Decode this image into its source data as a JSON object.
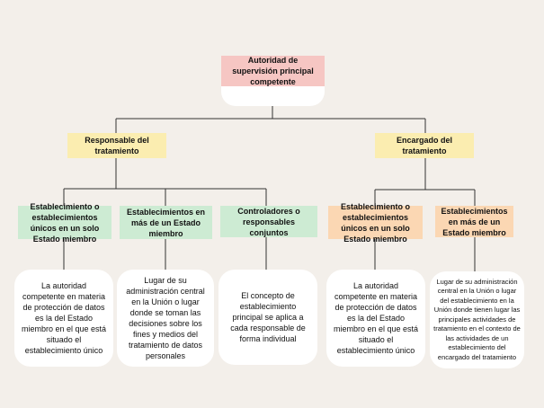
{
  "root": {
    "label": "Autoridad de supervisión principal competente"
  },
  "level1": {
    "responsable": {
      "label": "Responsable del tratamiento"
    },
    "encargado": {
      "label": "Encargado del tratamiento"
    }
  },
  "level2": {
    "resp_unico": {
      "label": "Establecimiento o establecimientos únicos en un solo Estado miembro"
    },
    "resp_mas": {
      "label": "Establecimientos en más de un Estado miembro"
    },
    "resp_conjuntos": {
      "label": "Controladores o responsables conjuntos"
    },
    "enc_unico": {
      "label": "Establecimiento o establecimientos únicos en un solo Estado miembro"
    },
    "enc_mas": {
      "label": "Establecimientos en más de un Estado miembro"
    }
  },
  "leaves": {
    "resp_unico": "La autoridad competente en materia de protección de datos es la del Estado miembro en el que está situado el establecimiento único",
    "resp_mas": "Lugar de su administración central en la Unión o lugar donde se toman las decisiones sobre los fines y medios del tratamiento de datos personales",
    "resp_conjuntos": "El concepto de establecimiento principal se aplica a cada responsable de forma individual",
    "enc_unico": "La autoridad competente en materia de protección de datos es la del Estado miembro en el que está situado el establecimiento único",
    "enc_mas": "Lugar de su administración central en la Unión o lugar del establecimiento en la Unión donde tienen lugar las principales actividades de tratamiento en el contexto de las actividades de un establecimiento del encargado del tratamiento"
  },
  "colors": {
    "root": "#f6c6c3",
    "level1": "#fbedb0",
    "responsable_children": "#cdebd3",
    "encargado_children": "#fbd7b3",
    "leaf": "#ffffff",
    "connector": "#333333",
    "background": "#f3efea"
  }
}
